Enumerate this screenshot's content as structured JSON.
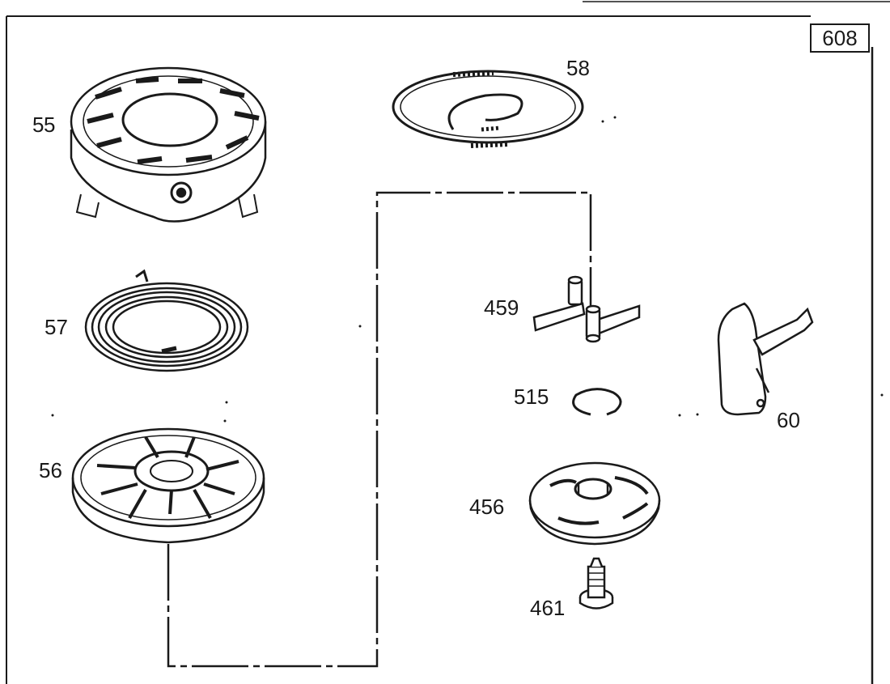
{
  "page_number": "608",
  "parts": [
    {
      "id": "55",
      "icon": "recoil-housing-icon"
    },
    {
      "id": "58",
      "icon": "rope-coil-icon"
    },
    {
      "id": "57",
      "icon": "rewind-spring-icon"
    },
    {
      "id": "56",
      "icon": "pulley-icon"
    },
    {
      "id": "459",
      "icon": "pawl-icon"
    },
    {
      "id": "515",
      "icon": "retaining-ring-icon"
    },
    {
      "id": "60",
      "icon": "starter-handle-icon"
    },
    {
      "id": "456",
      "icon": "retainer-plate-icon"
    },
    {
      "id": "461",
      "icon": "center-screw-icon"
    }
  ],
  "colors": {
    "line": "#1a1a1a",
    "background": "#ffffff"
  }
}
